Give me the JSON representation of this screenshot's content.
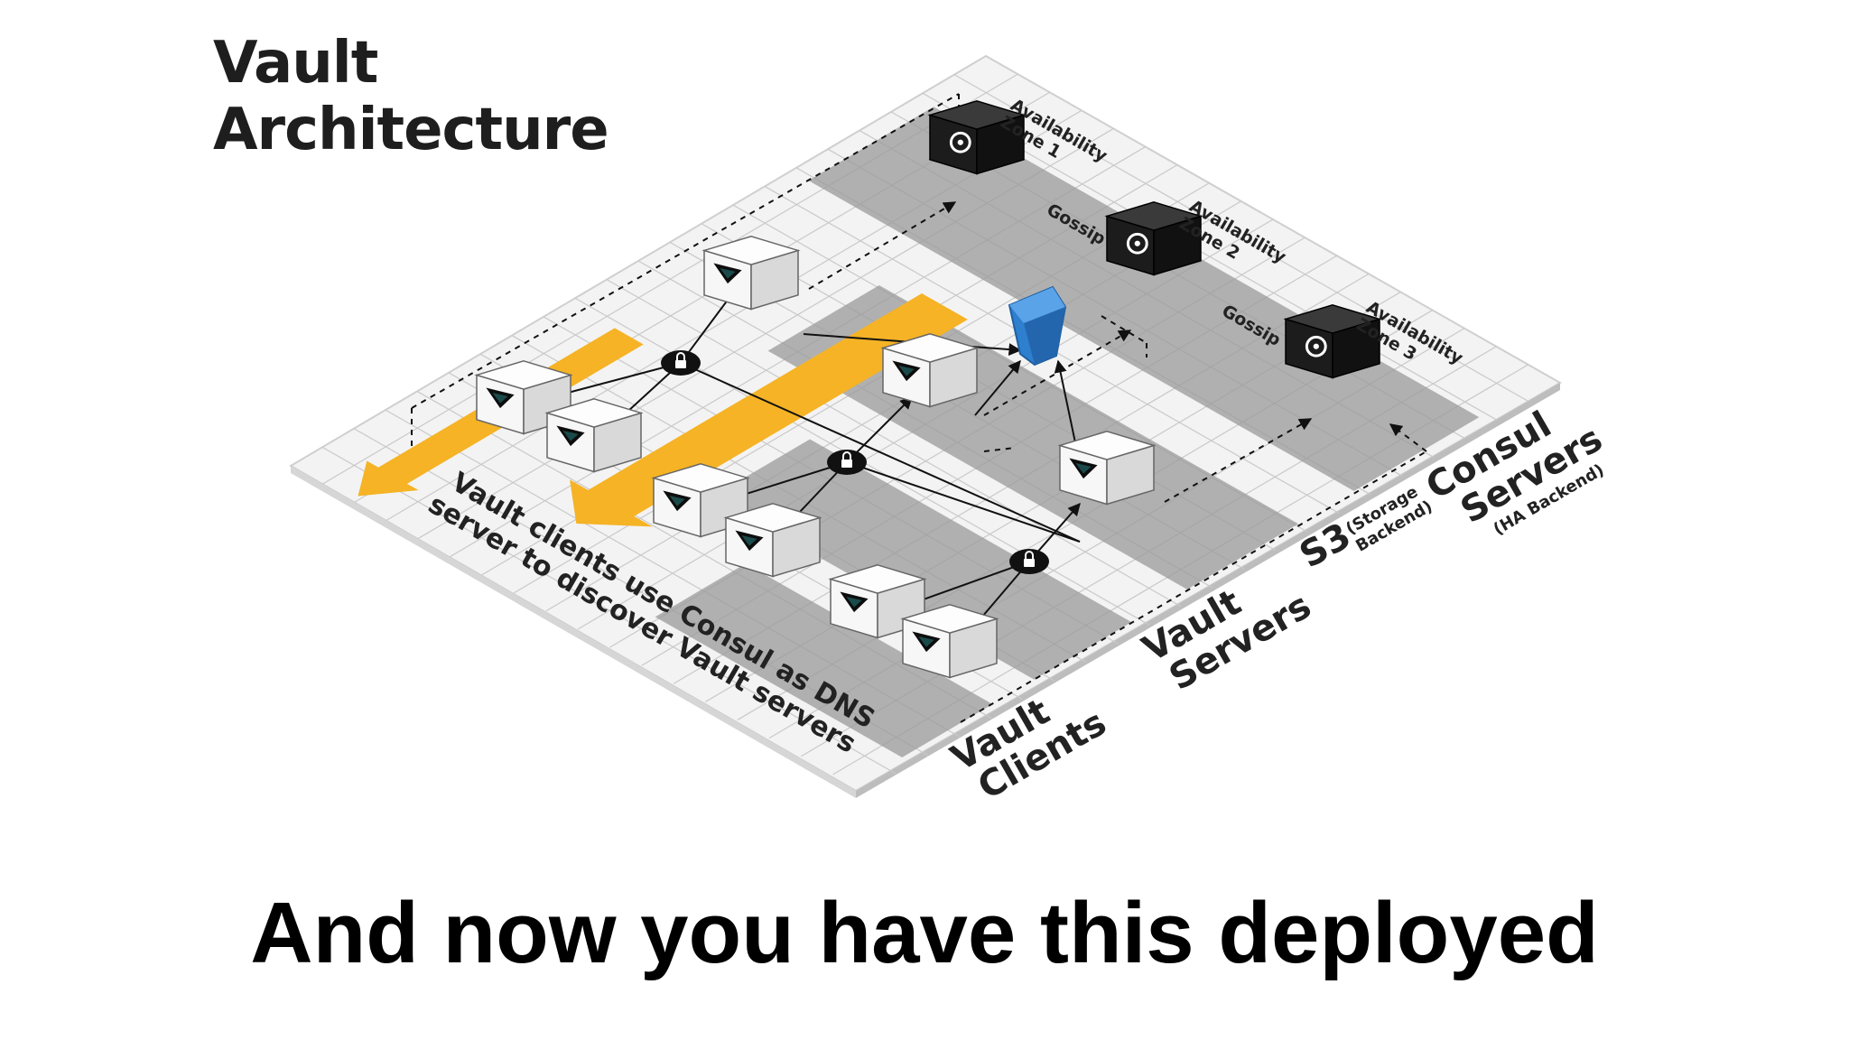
{
  "slide": {
    "title_line1": "Vault",
    "title_line2": "Architecture",
    "caption": "And now you have this deployed"
  },
  "diagram": {
    "zones": [
      {
        "label_line1": "Availability",
        "label_line2": "Zone 1"
      },
      {
        "label_line1": "Availability",
        "label_line2": "Zone 2"
      },
      {
        "label_line1": "Availability",
        "label_line2": "Zone 3"
      }
    ],
    "gossip_label": "Gossip",
    "row_labels": {
      "vault_clients": [
        "Vault",
        "Clients"
      ],
      "vault_servers": [
        "Vault",
        "Servers"
      ],
      "s3": [
        "S3",
        "(Storage",
        "Backend)"
      ],
      "consul_servers": [
        "Consul",
        "Servers",
        "(HA Backend)"
      ]
    },
    "note_line1": "Vault clients use Consul as DNS",
    "note_line2": "server to discover Vault servers"
  },
  "colors": {
    "platform": "#f4f4f4",
    "grid": "#c9c9c9",
    "band": "#9a9a9a",
    "arrow": "#f5b325",
    "server_dark": "#262626",
    "s3_blue": "#2f7fcf",
    "vault_icon": "#1b4a4a"
  }
}
